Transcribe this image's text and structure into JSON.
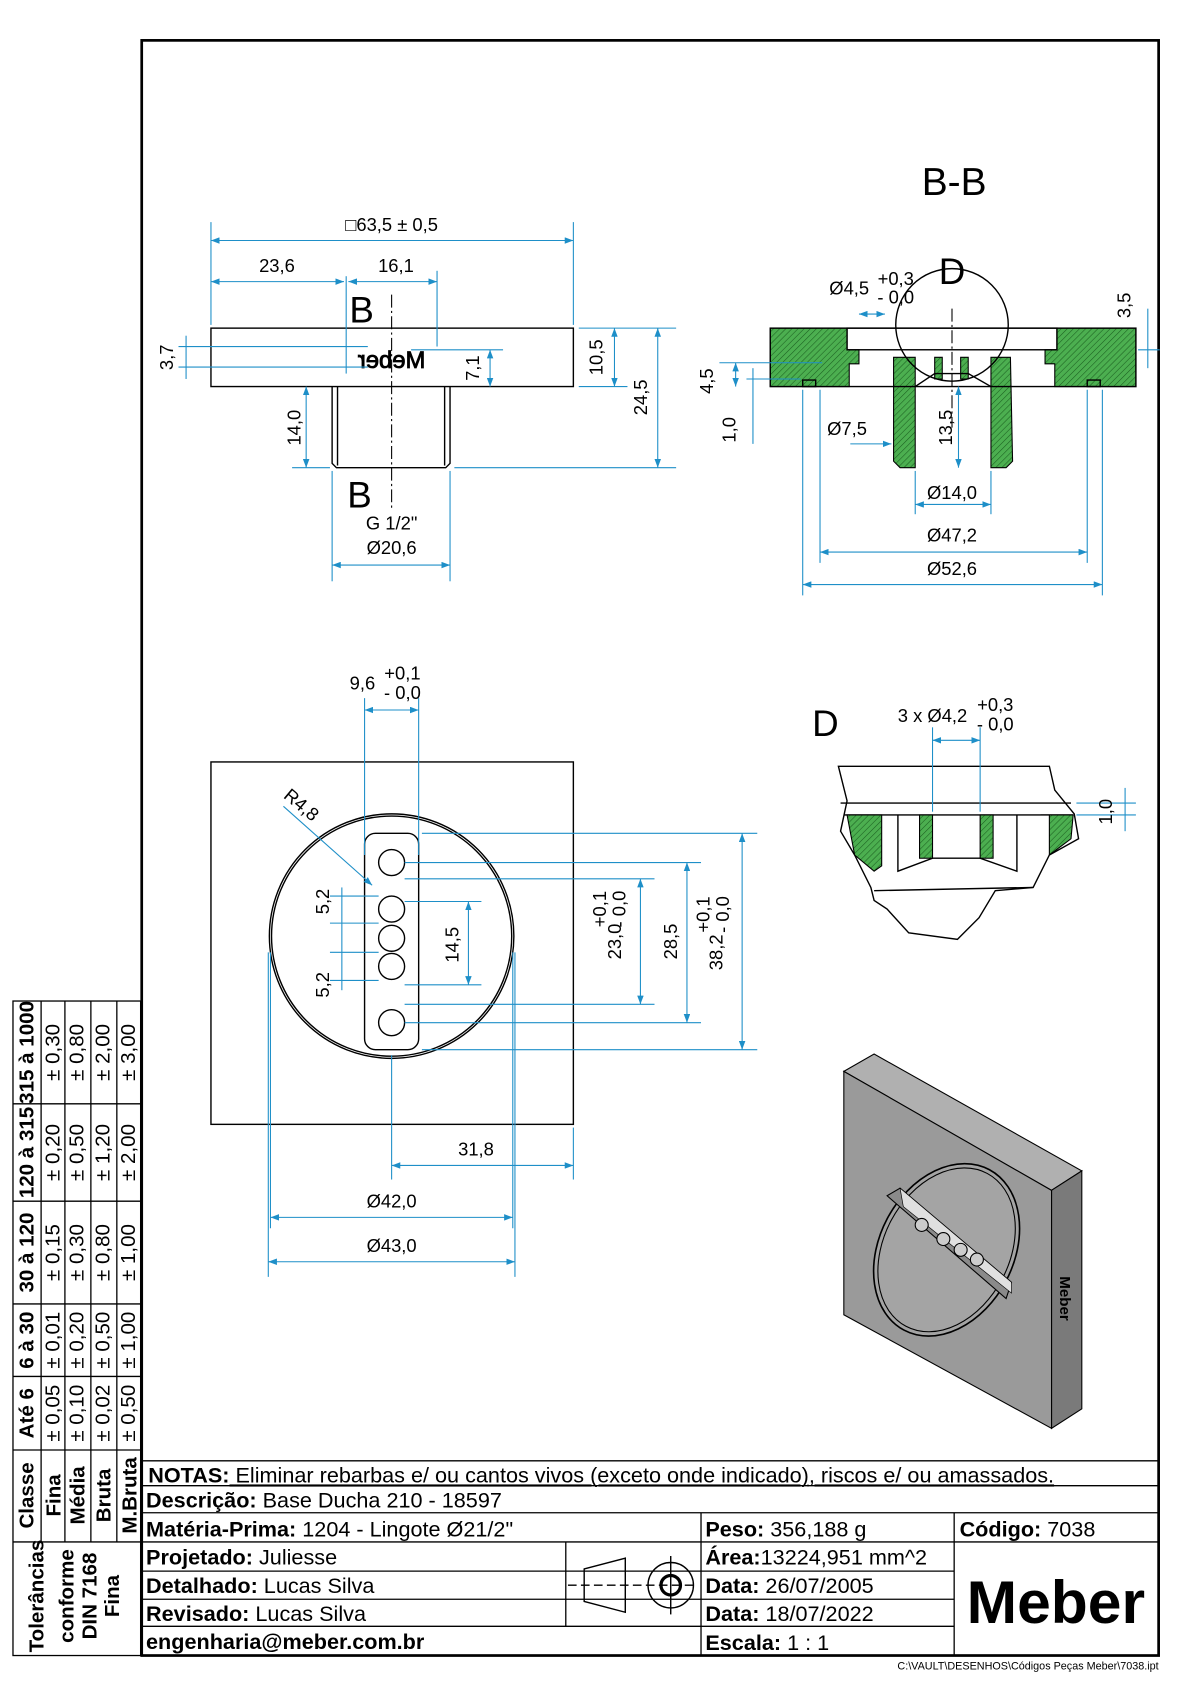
{
  "drawing": {
    "views": {
      "front": {
        "section_mark_top": "B",
        "section_mark_bottom": "B",
        "engraving": "Meber",
        "dims": {
          "overall": "□63,5 ± 0,5",
          "d23_6": "23,6",
          "d16_1": "16,1",
          "d3_7": "3,7",
          "d7_1": "7,1",
          "d10_5": "10,5",
          "d24_5": "24,5",
          "d14_0": "14,0",
          "thread": "G 1/2\"",
          "dia20_6": "Ø20,6"
        }
      },
      "section": {
        "title": "B-B",
        "detail_mark": "D",
        "dims": {
          "dia4_5": "Ø4,5",
          "dia4_5_tol_plus": "+0,3",
          "dia4_5_tol_minus": "- 0,0",
          "d3_5": "3,5",
          "d4_5": "4,5",
          "d1_0": "1,0",
          "dia7_5": "Ø7,5",
          "d13_5": "13,5",
          "dia14_0": "Ø14,0",
          "dia47_2": "Ø47,2",
          "dia52_6": "Ø52,6"
        }
      },
      "bottom": {
        "dims": {
          "d9_6": "9,6",
          "d9_6_tol_plus": "+0,1",
          "d9_6_tol_minus": "- 0,0",
          "r4_8": "R4,8",
          "d5_2a": "5,2",
          "d5_2b": "5,2",
          "d14_5": "14,5",
          "d23_0": "23,0",
          "d23_0_tol_plus": "+0,1",
          "d23_0_tol_minus": "- 0,0",
          "d28_5": "28,5",
          "d38_2": "38,2",
          "d38_2_tol_plus": "+0,1",
          "d38_2_tol_minus": "- 0,0",
          "d31_8": "31,8",
          "dia42_0": "Ø42,0",
          "dia43_0": "Ø43,0"
        }
      },
      "detail": {
        "title": "D",
        "dims": {
          "holes": "3 x Ø4,2",
          "holes_tol_plus": "+0,3",
          "holes_tol_minus": "- 0,0",
          "d1_0": "1,0"
        }
      },
      "iso": {
        "engraving": "Meber"
      }
    },
    "section_fill_color": "#4caf50",
    "dimension_color": "#1e8fc8"
  },
  "tolerance_table": {
    "ranges": [
      "Até 6",
      "6 à 30",
      "30 à 120",
      "120 à 315",
      "315 à 1000"
    ],
    "classes": [
      {
        "name": "Fina",
        "values": [
          "± 0,05",
          "± 0,01",
          "± 0,15",
          "± 0,20",
          "± 0,30"
        ]
      },
      {
        "name": "Média",
        "values": [
          "± 0,10",
          "± 0,20",
          "± 0,30",
          "± 0,50",
          "± 0,80"
        ]
      },
      {
        "name": "Bruta",
        "values": [
          "± 0,02",
          "± 0,50",
          "± 0,80",
          "± 1,20",
          "± 2,00"
        ]
      },
      {
        "name": "M.Bruta",
        "values": [
          "± 0,50",
          "± 1,00",
          "± 1,00",
          "± 2,00",
          "± 3,00"
        ]
      }
    ],
    "class_header": "Classe",
    "note_lines": [
      "Tolerâncias",
      "conforme",
      "DIN 7168",
      "Fina"
    ]
  },
  "title_block": {
    "notes_label": "NOTAS:",
    "notes": " Eliminar rebarbas e/ ou cantos vivos (exceto onde indicado), riscos e/ ou amassados.",
    "description_label": "Descrição:",
    "description": " Base Ducha 210 - 18597",
    "material_label": "Matéria-Prima:",
    "material": " 1204 - Lingote Ø21/2\"",
    "weight_label": "Peso:",
    "weight": " 356,188 g",
    "code_label": "Código:",
    "code": " 7038",
    "designed_label": "Projetado:",
    "designed": " Juliesse",
    "detailed_label": "Detalhado:",
    "detailed": " Lucas Silva",
    "reviewed_label": "Revisado:",
    "reviewed": " Lucas Silva",
    "email": "engenharia@meber.com.br",
    "area_label": "Área:",
    "area": "13224,951 mm^2",
    "date1_label": "Data:",
    "date1": " 26/07/2005",
    "date2_label": "Data:",
    "date2": " 18/07/2022",
    "scale_label": "Escala:",
    "scale": " 1 : 1",
    "logo": "Meber",
    "projection_icon": "first-angle-projection-symbol"
  },
  "file_path": "C:\\VAULT\\DESENHOS\\Códigos Peças Meber\\7038.ipt"
}
